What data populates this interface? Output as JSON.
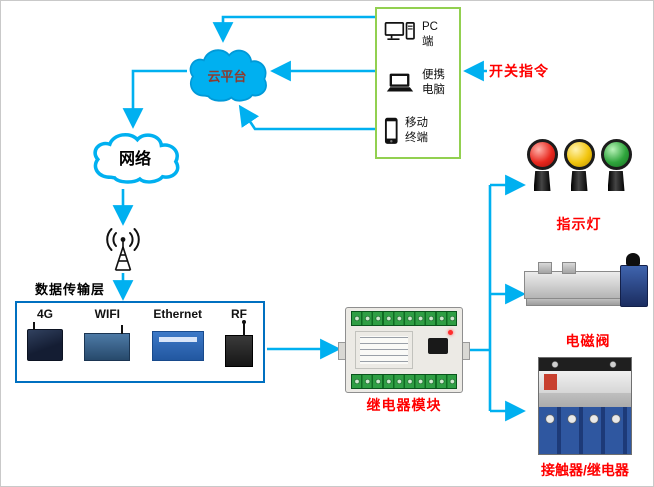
{
  "terminals": {
    "pc_label": "PC端",
    "laptop_label": "便携电脑",
    "mobile_label": "移动终端"
  },
  "command_label": "开关指令",
  "cloud_platform_label": "云平台",
  "network_label": "网络",
  "transport": {
    "title": "数据传输层",
    "items": [
      {
        "label": "4G"
      },
      {
        "label": "WIFI"
      },
      {
        "label": "Ethernet"
      },
      {
        "label": "RF"
      }
    ]
  },
  "relay_label": "继电器模块",
  "outputs": {
    "indicator_label": "指示灯",
    "solenoid_label": "电磁阀",
    "contactor_label": "接触器/继电器"
  },
  "colors": {
    "arrow": "#00B0F0",
    "terminal_box_border": "#92D050",
    "transport_box_border": "#0070C0",
    "label_red": "#FF0000",
    "cloud_fill": "#00B0F0"
  }
}
